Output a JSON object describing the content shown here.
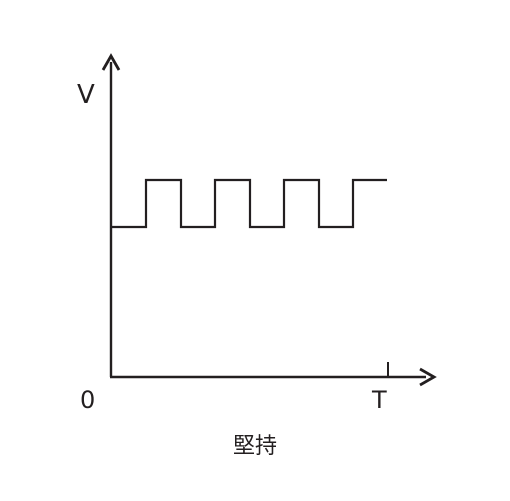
{
  "diagram": {
    "y_axis_label": "V",
    "x_axis_label": "T",
    "origin_label": "0",
    "caption": "堅持",
    "line_color": "#231f20",
    "waveform": {
      "type": "square-wave",
      "pulses": 4,
      "trailing_high": true
    }
  }
}
